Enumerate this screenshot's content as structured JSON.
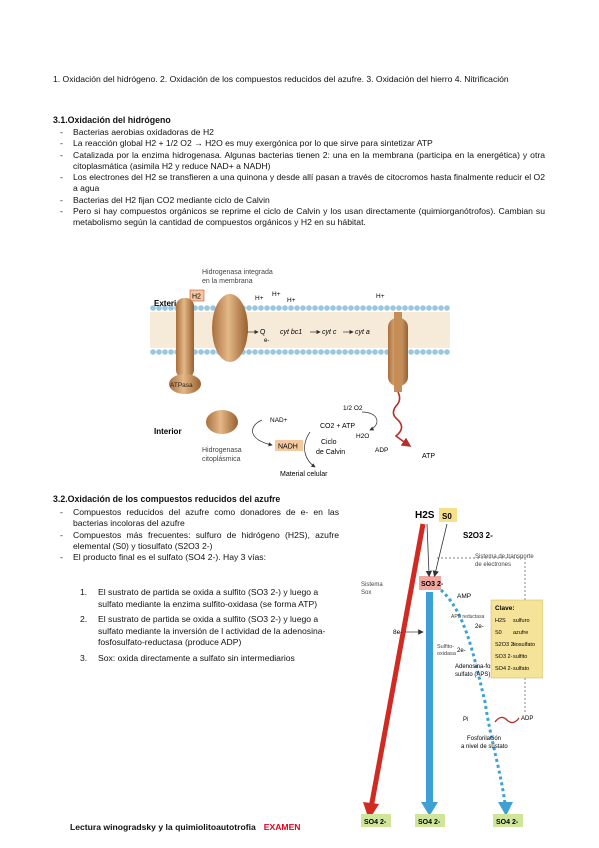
{
  "intro": "1. Oxidación del hidrógeno.  2. Oxidación de los compuestos reducidos del azufre.  3. Oxidación del hierro 4. Nitrificación",
  "section1": {
    "heading": "3.1.Oxidación del hidrógeno",
    "bullets": [
      "Bacterias aerobias oxidadoras de H2",
      "La reacción global H2 + 1/2 O2 → H2O es muy exergónica por lo que sirve para sintetizar ATP",
      "Catalizada por la enzima hidrogenasa. Algunas bacterias tienen 2: una en la membrana (participa en la energética) y otra citoplasmática (asimila H2 y reduce NAD+ a NADH)",
      "Los electrones del H2 se transfieren a una quinona y desde allí pasan a través de citocromos hasta finalmente reducir el O2 a agua",
      "Bacterias del H2 fijan CO2 mediante ciclo de Calvin",
      "Pero si hay compuestos orgánicos se reprime el ciclo de Calvin y los usan directamente (quimiorganótrofos). Cambian su metabolismo según la cantidad de compuestos orgánicos y H2 en su hábitat."
    ]
  },
  "fig1": {
    "exterior": "Exterior",
    "interior": "Interior",
    "hydrogenase_membrane": "Hidrogenasa integrada",
    "hydrogenase_membrane2": "en la membrana",
    "hydrogenase_cyto": "Hidrogenasa",
    "hydrogenase_cyto2": "citoplásmica",
    "h2": "H2",
    "hplus": "H+",
    "q": "Q",
    "e": "e-",
    "cytbc1": "cyt bc1",
    "cytc": "cyt c",
    "cyta": "cyt a",
    "atpase": "ATPasa",
    "nadplus": "NAD+",
    "nadh": "NADH",
    "co2atp": "CO2 + ATP",
    "ciclo": "Ciclo",
    "decalvin": "de Calvin",
    "material": "Material celular",
    "o2": "1/2 O2",
    "h2o": "H2O",
    "adp": "ADP",
    "atp": "ATP"
  },
  "section2": {
    "heading": "3.2.Oxidación de los compuestos reducidos del azufre",
    "bullets": [
      "Compuestos reducidos del azufre como donadores de e- en las bacterias incoloras del azufre",
      "Compuestos más frecuentes: sulfuro de hidrógeno (H2S), azufre elemental (S0) y tiosulfato (S2O3 2-)",
      "El producto final es el sulfato (SO4 2-). Hay 3 vías:"
    ],
    "steps": [
      "El sustrato de partida se oxida a sulfito (SO3 2-) y luego a sulfato mediante la enzima sulfito-oxidasa (se forma ATP)",
      "El sustrato de partida se oxida a sulfito (SO3 2-) y luego a sulfato mediante la inversión de l actividad de la adenosina-fosfosulfato-reductasa (produce ADP)",
      "Sox: oxida directamente a sulfato sin intermediarios"
    ]
  },
  "fig2": {
    "h2s": "H2S",
    "s0": "S0",
    "s2o3": "S2O3 2-",
    "sist_sox": "Sistema",
    "sist_sox2": "Sox",
    "sist_trans": "Sistema de transporte",
    "sist_trans2": "de electrones",
    "so3": "SO3 2-",
    "amp": "AMP",
    "aps_red": "APS reductasa",
    "e8": "8e-",
    "e2a": "2e-",
    "e2b": "2e-",
    "aps": "Adenosina-fosfo-",
    "aps2": "sulfato (APS)",
    "sulf_ox": "Sulfito-",
    "sulf_ox2": "oxidasa",
    "pi": "Pi",
    "adp": "ADP",
    "fosfo": "Fosforilación",
    "fosfo2": "a nivel de sustato",
    "so4": "SO4 2-",
    "clave_title": "Clave:",
    "clave": [
      [
        "H2S",
        "sulfuro"
      ],
      [
        "S0",
        "azufre"
      ],
      [
        "S2O3 2-",
        "tiosulfato"
      ],
      [
        "SO3 2-",
        "sulfito"
      ],
      [
        "SO4 2-",
        "sulfato"
      ]
    ]
  },
  "footer": {
    "text": "Lectura winogradsky y la quimiolitoautotrofia",
    "exam": "EXAMEN"
  }
}
